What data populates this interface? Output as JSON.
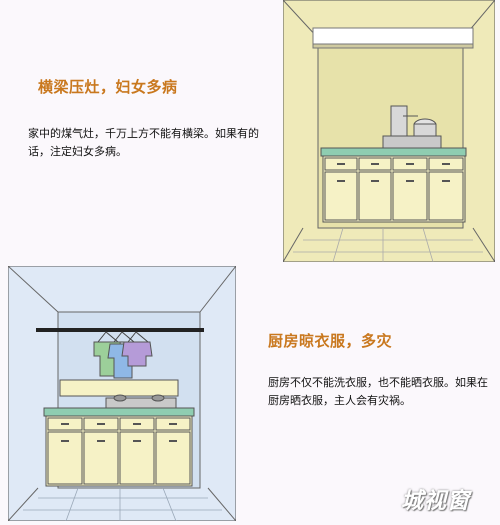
{
  "sections": [
    {
      "title": "横梁压灶，妇女多病",
      "text": "家中的煤气灶，千万上方不能有横梁。如果有的话，注定妇女多病。"
    },
    {
      "title": "厨房晾衣服，多灾",
      "text": "厨房不仅不能洗衣服，也不能晒衣服。如果在厨房晒衣服，主人会有灾祸。"
    }
  ],
  "watermark": "城视窗",
  "colors": {
    "heading": "#c9781e",
    "room1_wall": "#ece8b6",
    "room2_wall": "#dde8f5",
    "cabinet": "#f6f2c6",
    "counter": "#8fcdb1"
  }
}
